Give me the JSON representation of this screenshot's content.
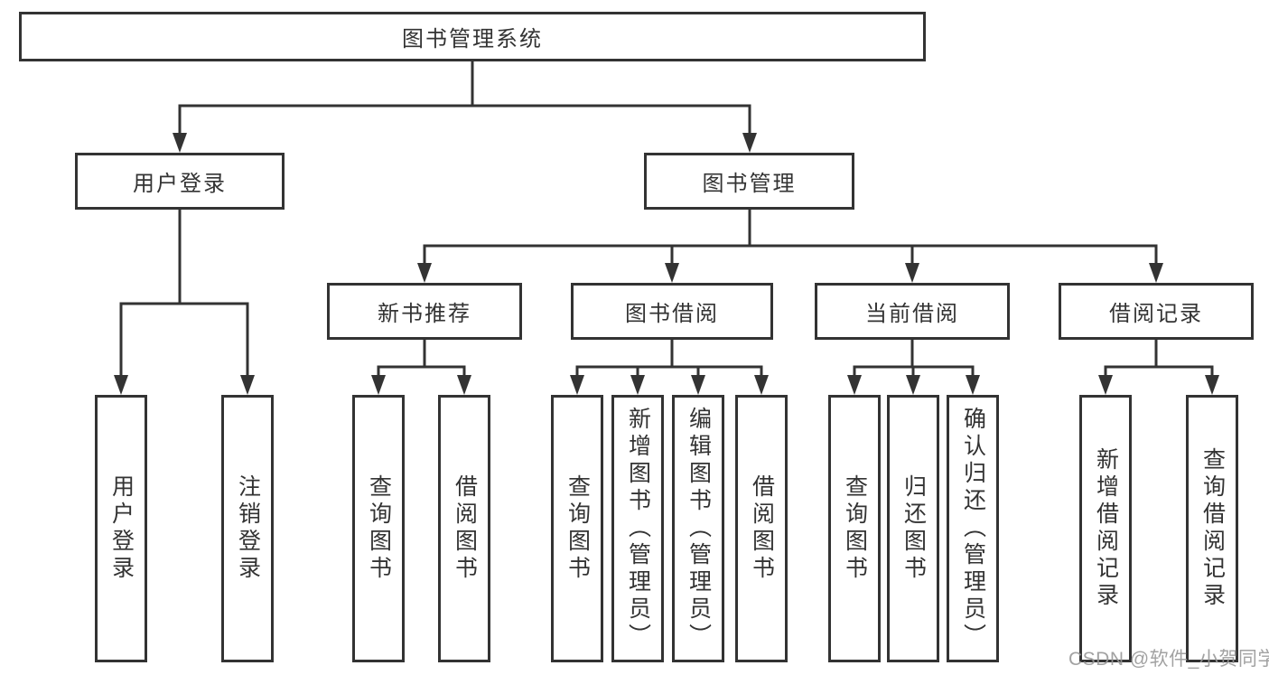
{
  "diagram": {
    "tree": {
      "root": {
        "label": "图书管理系统"
      },
      "level2": [
        {
          "label": "用户登录"
        },
        {
          "label": "图书管理"
        }
      ],
      "level3": [
        {
          "label": "新书推荐"
        },
        {
          "label": "图书借阅"
        },
        {
          "label": "当前借阅"
        },
        {
          "label": "借阅记录"
        }
      ],
      "leaves": {
        "user_login": [
          {
            "label": "用户登录"
          },
          {
            "label": "注销登录"
          }
        ],
        "new_book_recommend": [
          {
            "label": "查询图书"
          },
          {
            "label": "借阅图书"
          }
        ],
        "book_borrow": [
          {
            "label": "查询图书"
          },
          {
            "label": "新增图书（管理员）"
          },
          {
            "label": "编辑图书（管理员）"
          },
          {
            "label": "借阅图书"
          }
        ],
        "current_borrow": [
          {
            "label": "查询图书"
          },
          {
            "label": "归还图书"
          },
          {
            "label": "确认归还（管理员）"
          }
        ],
        "borrow_record": [
          {
            "label": "新增借阅记录"
          },
          {
            "label": "查询借阅记录"
          }
        ]
      }
    }
  },
  "watermark": {
    "text": "CSDN @软件_小贺同学"
  },
  "colors": {
    "line": "#333333",
    "text": "#333333",
    "box_background": "#ffffff",
    "page_background": "#ffffff",
    "watermark": "#989898"
  }
}
